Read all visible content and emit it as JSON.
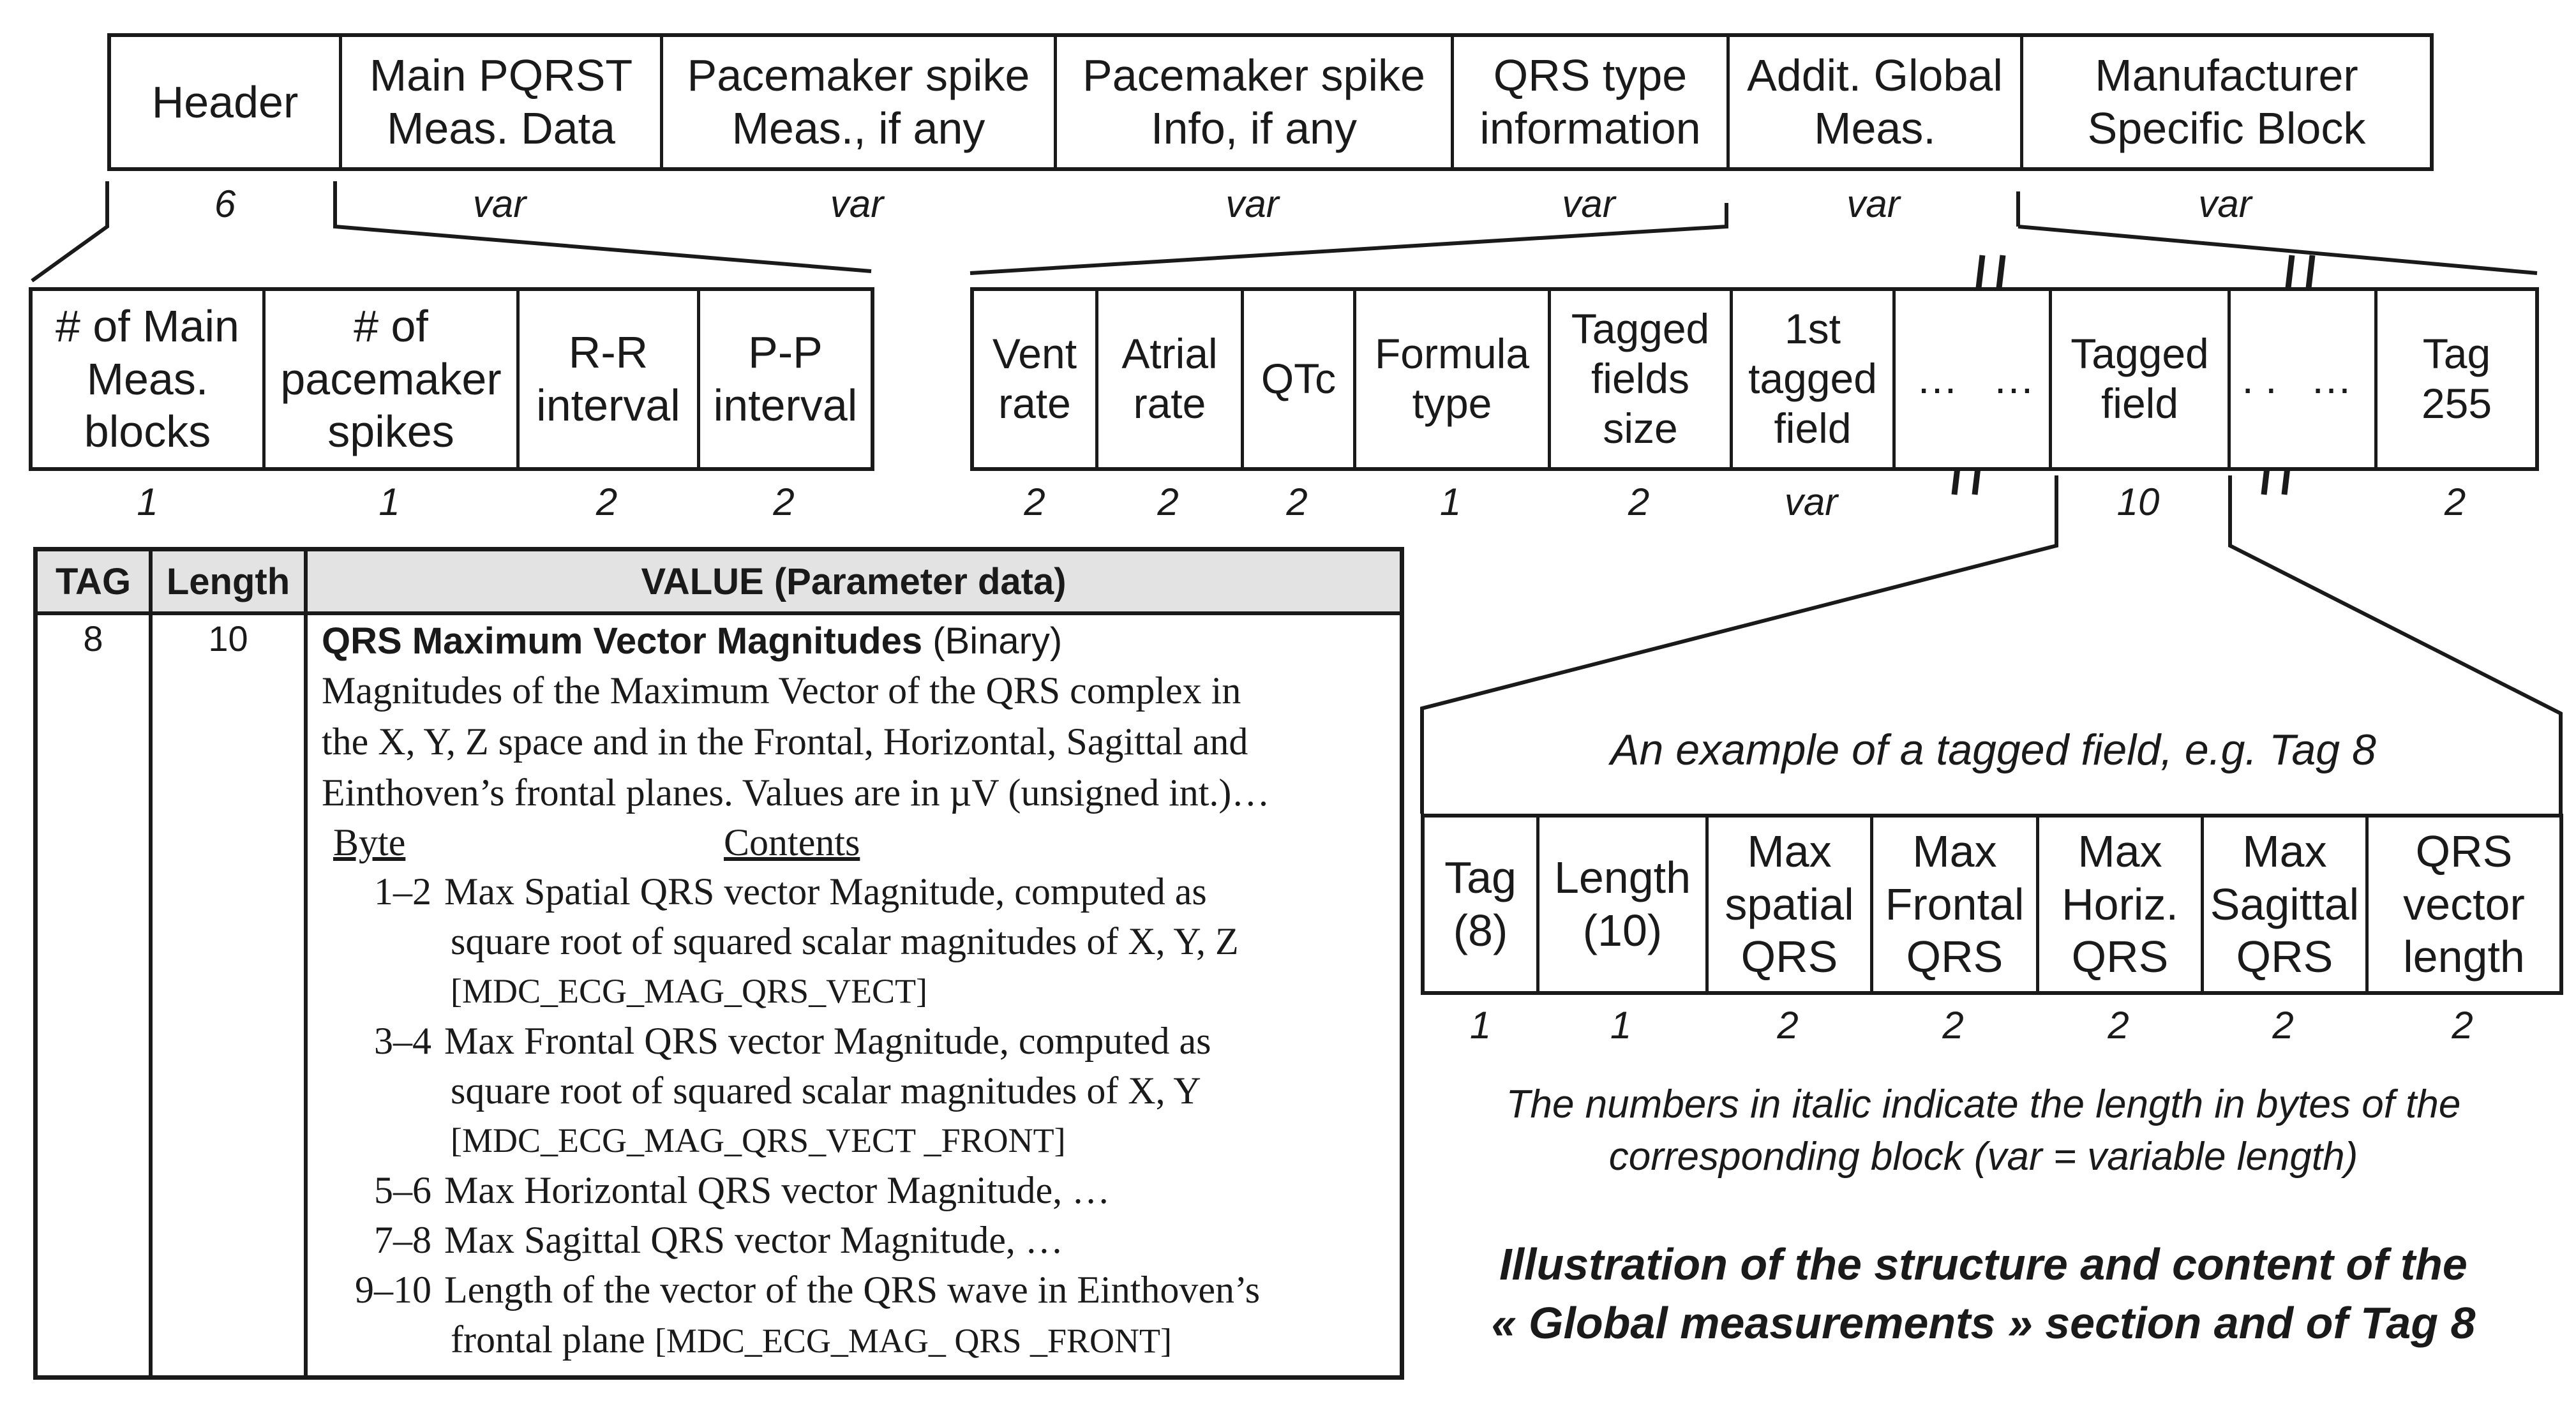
{
  "top_row": {
    "cells": [
      {
        "label": "Header",
        "length": "6"
      },
      {
        "label": "Main PQRST\nMeas. Data",
        "length": "var"
      },
      {
        "label": "Pacemaker spike\nMeas., if any",
        "length": "var"
      },
      {
        "label": "Pacemaker spike\nInfo, if any",
        "length": "var"
      },
      {
        "label": "QRS type\ninformation",
        "length": "var"
      },
      {
        "label": "Addit. Global\nMeas.",
        "length": "var"
      },
      {
        "label": "Manufacturer\nSpecific Block",
        "length": "var"
      }
    ]
  },
  "main_pqrst_block": {
    "cells": [
      {
        "label": "# of Main\nMeas.\nblocks",
        "length": "1"
      },
      {
        "label": "# of\npacemaker\nspikes",
        "length": "1"
      },
      {
        "label": "R-R\ninterval",
        "length": "2"
      },
      {
        "label": "P-P\ninterval",
        "length": "2"
      }
    ]
  },
  "global_block": {
    "cells": [
      {
        "label": "Vent\nrate",
        "length": "2"
      },
      {
        "label": "Atrial\nrate",
        "length": "2"
      },
      {
        "label": "QTc",
        "length": "2"
      },
      {
        "label": "Formula\ntype",
        "length": "1"
      },
      {
        "label": "Tagged\nfields\nsize",
        "length": "2"
      },
      {
        "label": "1st\ntagged\nfield",
        "length": "var"
      },
      {
        "label": "…",
        "length": ""
      },
      {
        "label": "…",
        "length": ""
      },
      {
        "label": "Tagged\nfield",
        "length": "10"
      },
      {
        "label": ". .",
        "length": ""
      },
      {
        "label": "…",
        "length": ""
      },
      {
        "label": "Tag\n255",
        "length": "2"
      }
    ]
  },
  "tag8_example": {
    "caption": "An example of a tagged field, e.g. Tag 8",
    "cells": [
      {
        "label": "Tag\n(8)",
        "length": "1"
      },
      {
        "label": "Length\n(10)",
        "length": "1"
      },
      {
        "label": "Max\nspatial\nQRS",
        "length": "2"
      },
      {
        "label": "Max\nFrontal\nQRS",
        "length": "2"
      },
      {
        "label": "Max\nHoriz.\nQRS",
        "length": "2"
      },
      {
        "label": "Max\nSagittal\nQRS",
        "length": "2"
      },
      {
        "label": "QRS\nvector\nlength",
        "length": "2"
      }
    ]
  },
  "table": {
    "headers": {
      "tag": "TAG",
      "length": "Length",
      "value": "VALUE (Parameter data)"
    },
    "tag": "8",
    "length": "10",
    "value_title_bold": "QRS Maximum Vector Magnitudes",
    "value_title_rest": " (Binary)",
    "description": [
      "Magnitudes of the Maximum Vector of the QRS complex in",
      "the X, Y, Z space and in the Frontal, Horizontal, Sagittal and",
      "Einthoven’s frontal planes. Values are in µV (unsigned int.)…"
    ],
    "byte_header": "Byte",
    "contents_header": "Contents",
    "rows": [
      {
        "byte": "1–2",
        "lines": [
          "Max Spatial QRS vector Magnitude, computed as",
          "square root of squared scalar magnitudes of X, Y, Z"
        ],
        "mdc": "[MDC_ECG_MAG_QRS_VECT]"
      },
      {
        "byte": "3–4",
        "lines": [
          "Max Frontal QRS vector Magnitude, computed as",
          "square root of squared scalar magnitudes of X, Y"
        ],
        "mdc": "[MDC_ECG_MAG_QRS_VECT _FRONT]"
      },
      {
        "byte": "5–6",
        "lines": [
          "Max Horizontal QRS vector Magnitude, …"
        ],
        "mdc": ""
      },
      {
        "byte": "7–8",
        "lines": [
          "Max Sagittal QRS vector Magnitude, …"
        ],
        "mdc": ""
      },
      {
        "byte": "9–10",
        "lines": [
          "Length of the vector of the QRS wave in Einthoven’s",
          "frontal plane"
        ],
        "mdc": "[MDC_ECG_MAG_ QRS _FRONT]"
      }
    ]
  },
  "notes": {
    "italic_note_line1": "The numbers in italic indicate the length in bytes of the",
    "italic_note_line2": "corresponding  block (var = variable length)",
    "title_line1": "Illustration of the structure and content of the",
    "title_line2": "« Global measurements » section and of Tag 8"
  }
}
